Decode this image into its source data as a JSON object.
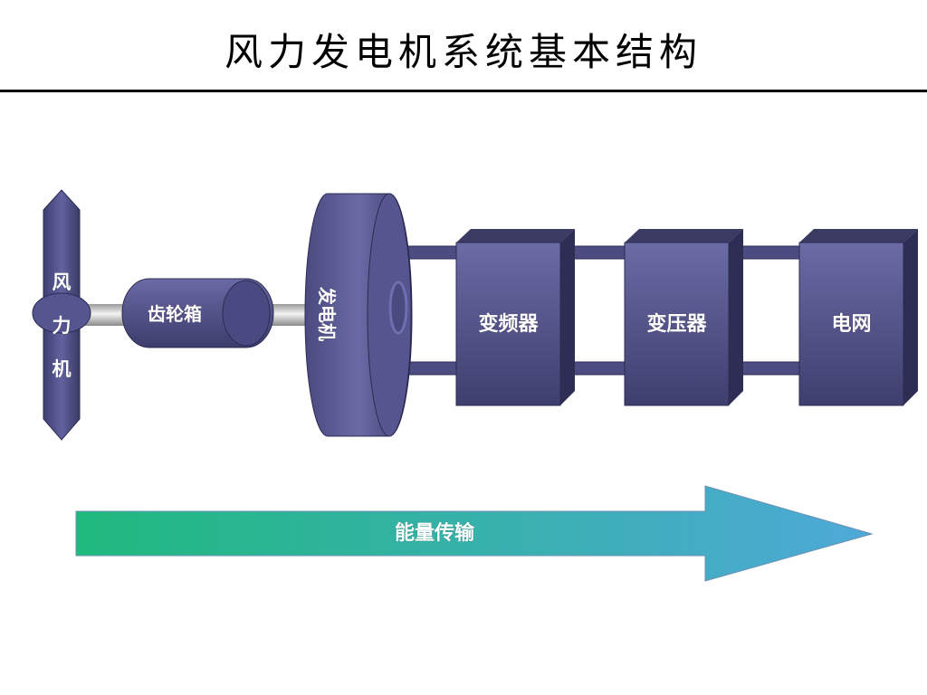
{
  "title": "风力发电机系统基本结构",
  "components": {
    "wind_turbine": "风力机",
    "gearbox": "齿轮箱",
    "generator": "发电机",
    "converter": "变频器",
    "transformer": "变压器",
    "grid": "电网"
  },
  "arrow": {
    "label": "能量传输"
  },
  "colors": {
    "component_front": "#5a5a94",
    "component_side": "#3c3c68",
    "component_top": "#3a3a62",
    "shaft": "#c8c8c8",
    "arrow_start": "#1fb97d",
    "arrow_end": "#4ea9d8"
  }
}
